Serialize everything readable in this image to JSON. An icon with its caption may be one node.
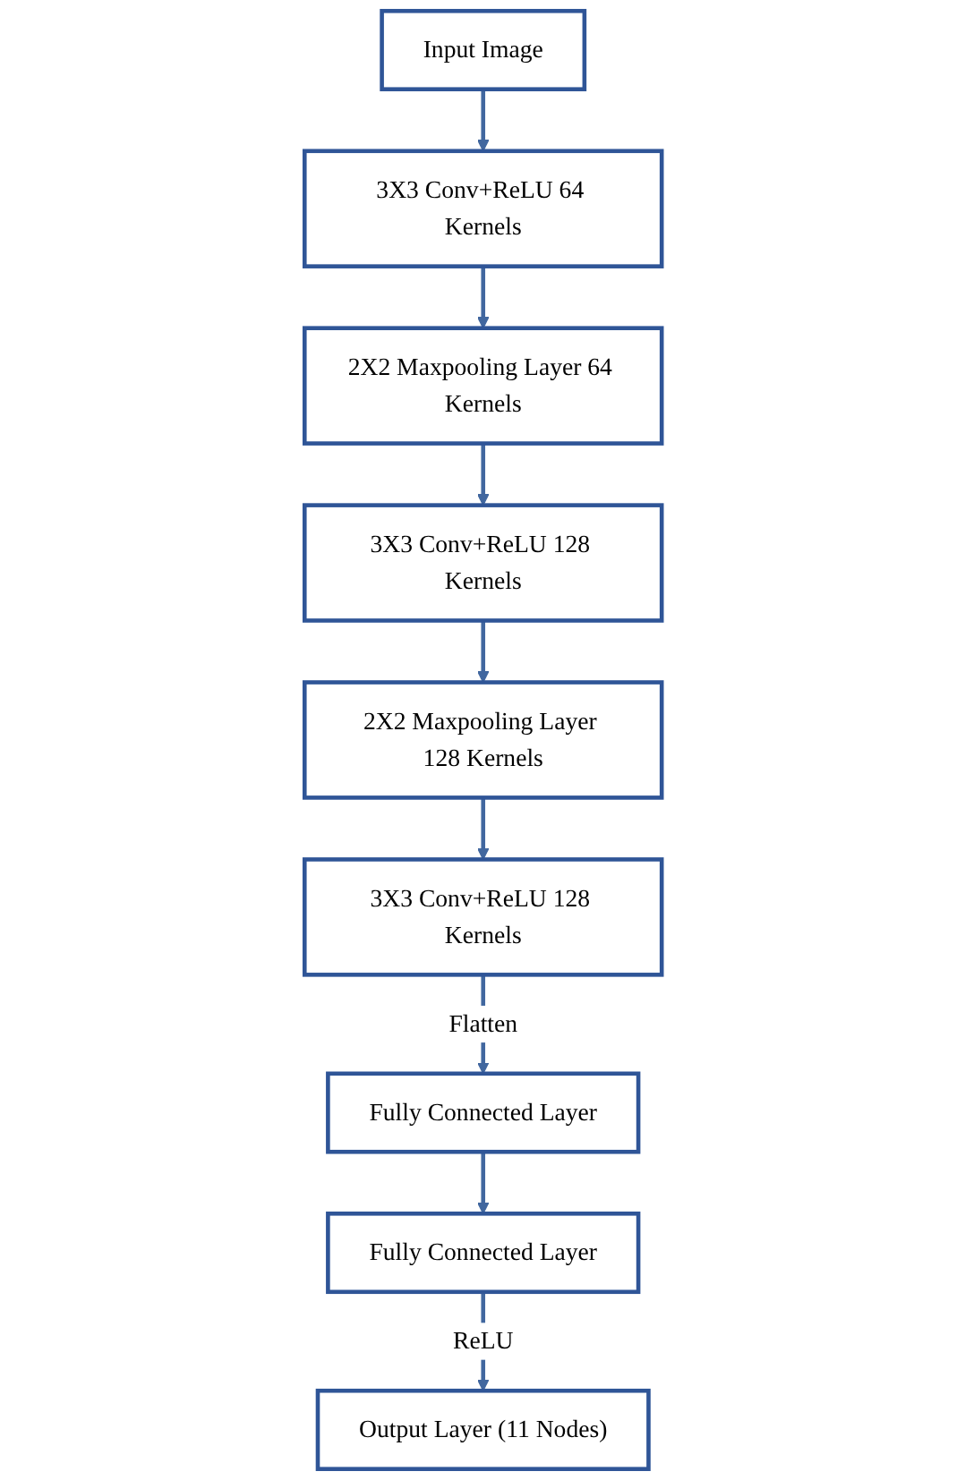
{
  "diagram": {
    "nodes": [
      {
        "text": [
          "Input Image"
        ]
      },
      {
        "text": [
          "3X3 Conv+ReLU 64 Kernels"
        ]
      },
      {
        "text": [
          "2X2 Maxpooling Layer 64 Kernels"
        ]
      },
      {
        "text": [
          "3X3 Conv+ReLU 128 Kernels"
        ]
      },
      {
        "text": [
          "2X2 Maxpooling Layer 128 Kernels"
        ]
      },
      {
        "text": [
          "3X3 Conv+ReLU 128 Kernels"
        ]
      },
      {
        "text": [
          "Fully Connected Layer"
        ]
      },
      {
        "text": [
          "Fully Connected Layer"
        ]
      },
      {
        "text": [
          "Output Layer (11 Nodes)"
        ]
      }
    ],
    "edges": [
      {
        "from": 0,
        "to": 1,
        "arrow": "to"
      },
      {
        "from": 1,
        "to": 2,
        "arrow": "to"
      },
      {
        "from": 2,
        "to": 3,
        "arrow": "to"
      },
      {
        "from": 3,
        "to": 4,
        "arrow": "to"
      },
      {
        "from": 4,
        "to": 5,
        "arrow": "to"
      },
      {
        "from": 5,
        "to": 6,
        "label": "Flatten",
        "arrow": "to"
      },
      {
        "from": 6,
        "to": 7,
        "arrow": "to"
      },
      {
        "from": 7,
        "to": 8,
        "label": "ReLU",
        "arrow": "to"
      }
    ]
  }
}
